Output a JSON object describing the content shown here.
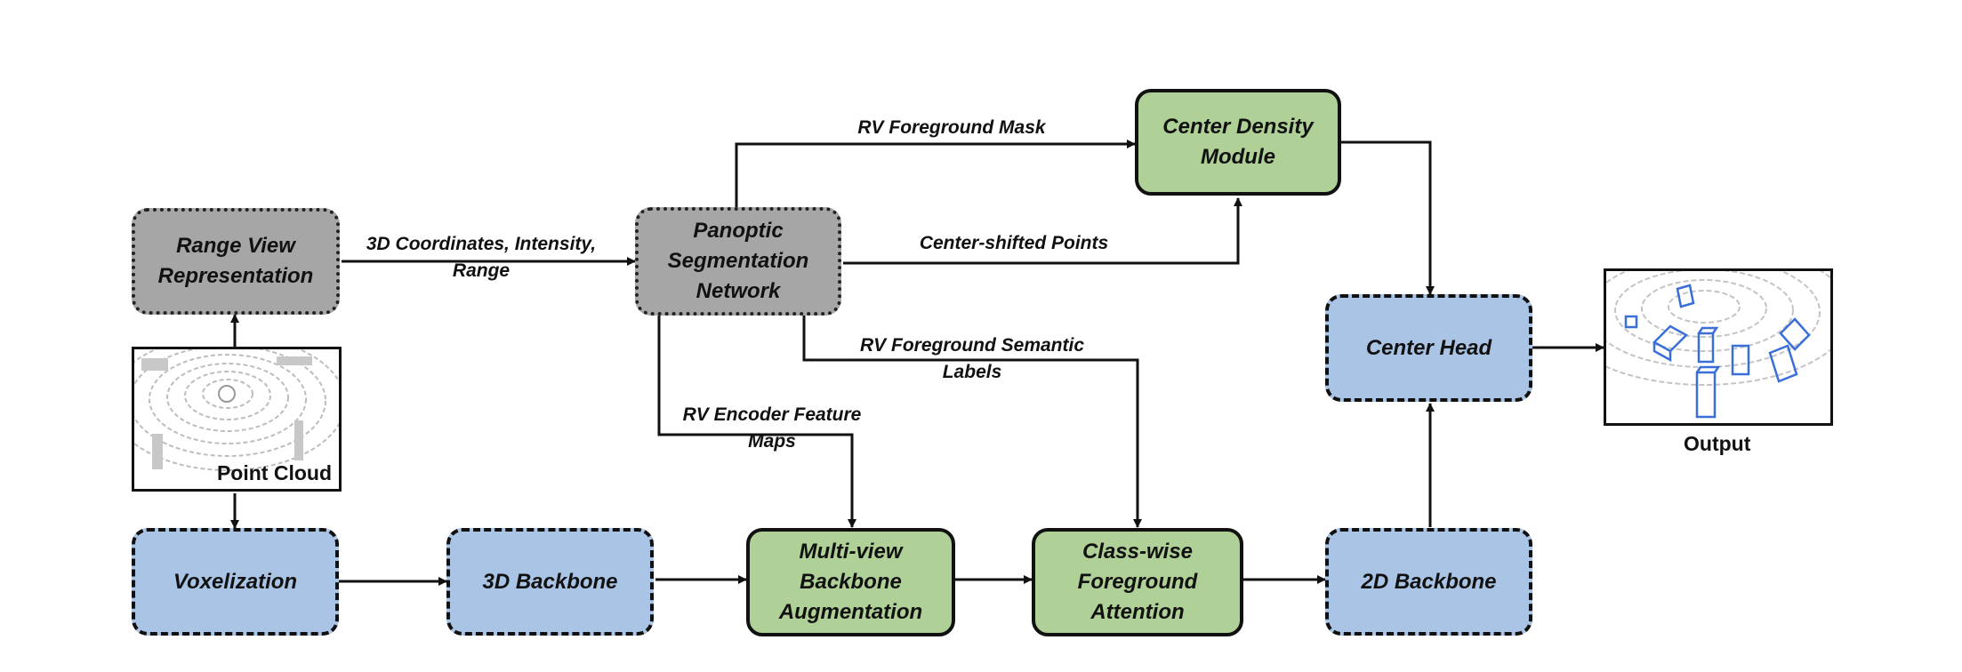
{
  "nodes": {
    "range_view": "Range View\nRepresentation",
    "panoptic": "Panoptic\nSegmentation\nNetwork",
    "center_density": "Center Density\nModule",
    "center_head": "Center Head",
    "voxelization": "Voxelization",
    "backbone_3d": "3D Backbone",
    "multiview": "Multi-view\nBackbone\nAugmentation",
    "classwise": "Class-wise\nForeground\nAttention",
    "backbone_2d": "2D Backbone"
  },
  "edges": {
    "coords": "3D Coordinates, Intensity,\nRange",
    "fg_mask": "RV Foreground Mask",
    "center_shifted": "Center-shifted Points",
    "fg_semantic": "RV Foreground Semantic\nLabels",
    "encoder_maps": "RV Encoder Feature\nMaps"
  },
  "panels": {
    "point_cloud": "Point Cloud",
    "output": "Output"
  },
  "colors": {
    "gray_node": "#a6a6a6",
    "blue_node": "#a9c4e4",
    "green_node": "#afd096",
    "box_outline": "#3a6fd8"
  }
}
